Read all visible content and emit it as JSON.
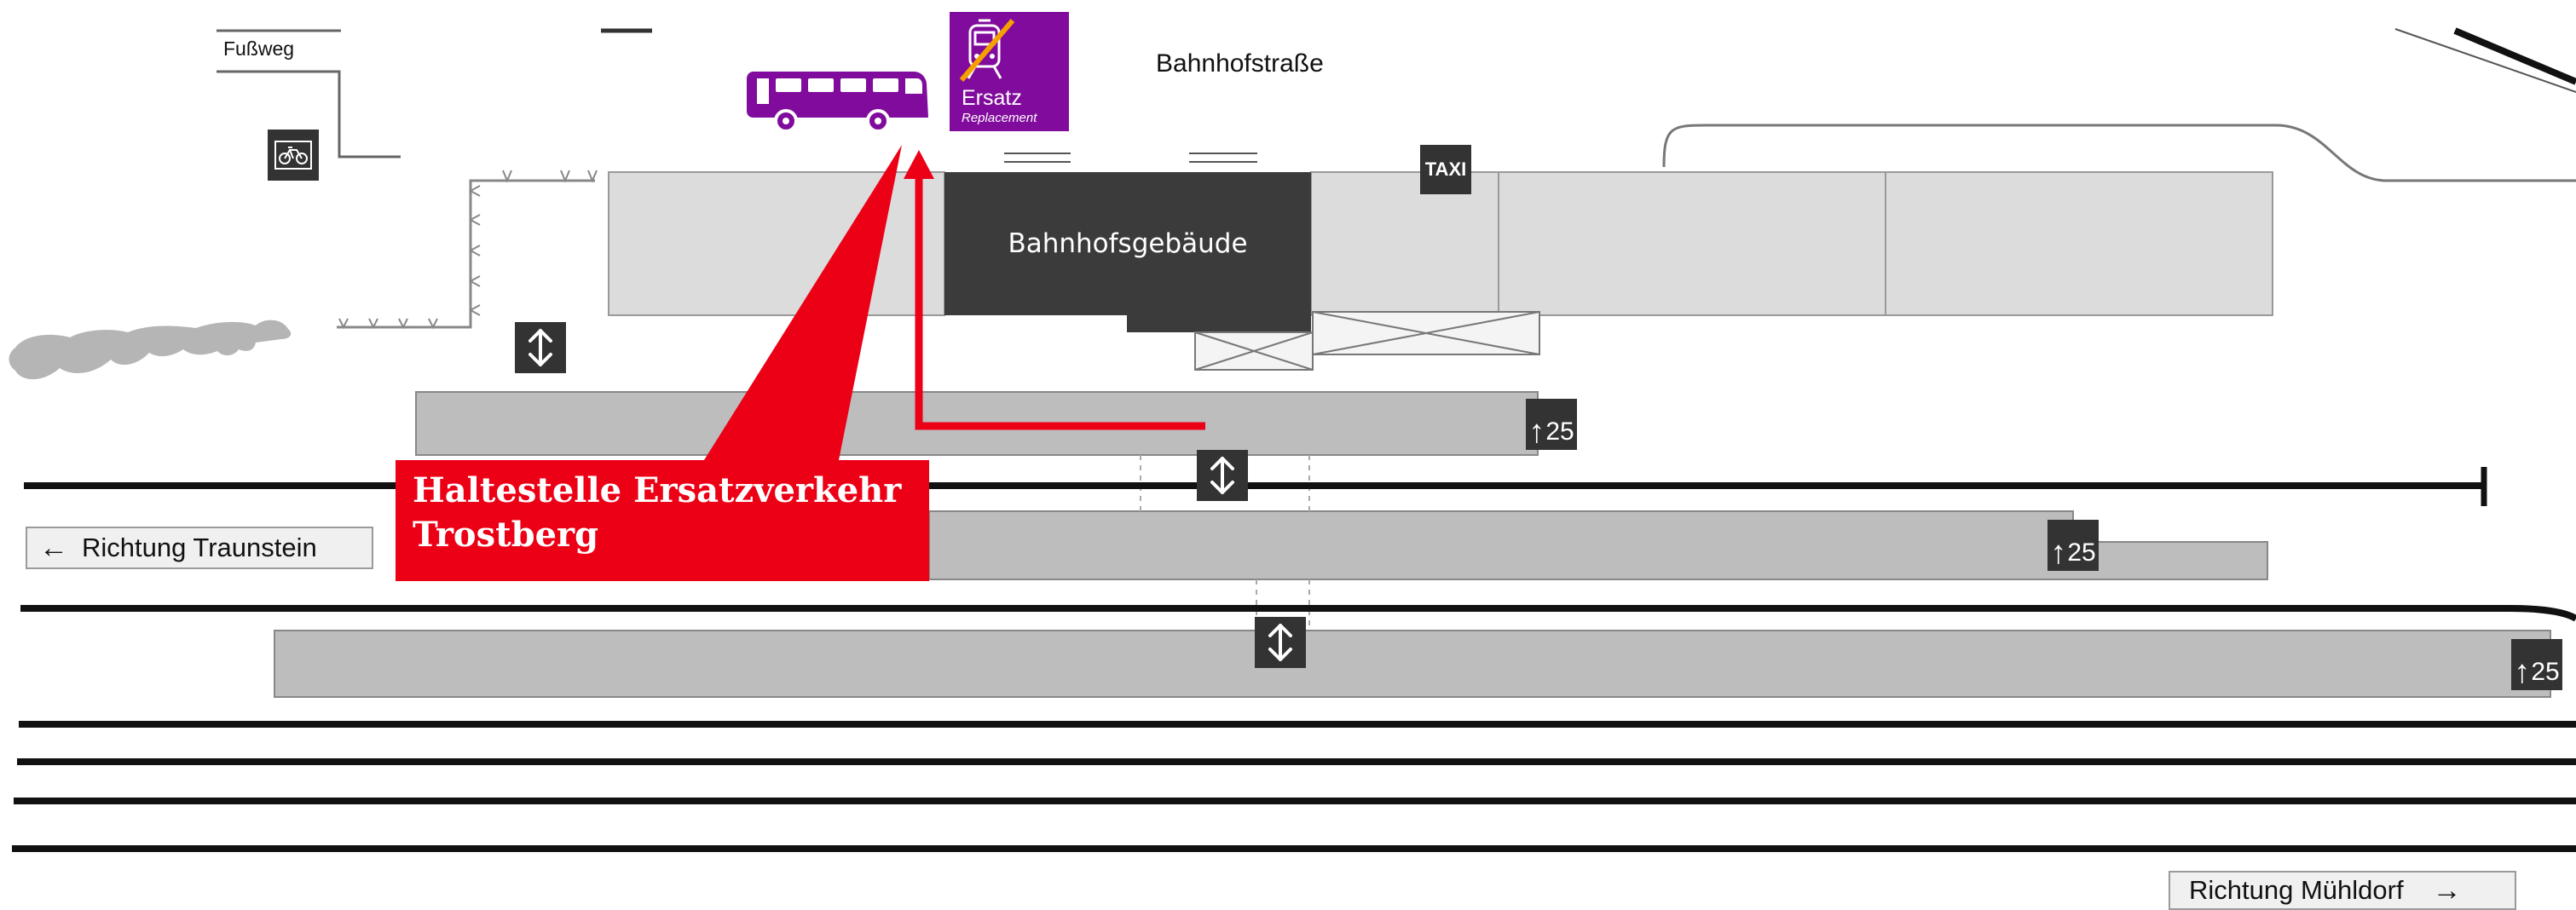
{
  "labels": {
    "footpath": "Fußweg",
    "street": "Bahnhofstraße",
    "station_building": "Bahnhofsgebäude",
    "taxi": "TAXI"
  },
  "replacement_service": {
    "badge_title": "Ersatz",
    "badge_subtitle": "Replacement",
    "stop_label_line1": "Haltestelle Ersatzverkehr",
    "stop_label_line2": "Trostberg",
    "color": "#ec0016",
    "badge_color": "#800b9c",
    "bus_color": "#800b9c"
  },
  "directions": {
    "left": {
      "arrow": "←",
      "label": "Richtung Traunstein"
    },
    "right": {
      "label": "Richtung Mühldorf",
      "arrow": "→"
    }
  },
  "sector_markers": [
    {
      "arrow": "↑",
      "value": "25"
    },
    {
      "arrow": "↑",
      "value": "25"
    },
    {
      "arrow": "↑",
      "value": "25"
    }
  ],
  "icons": {
    "lift": "up-down-arrow-icon",
    "bike": "bicycle-icon",
    "bus": "bus-icon",
    "train_crossed": "train-crossed-icon"
  }
}
